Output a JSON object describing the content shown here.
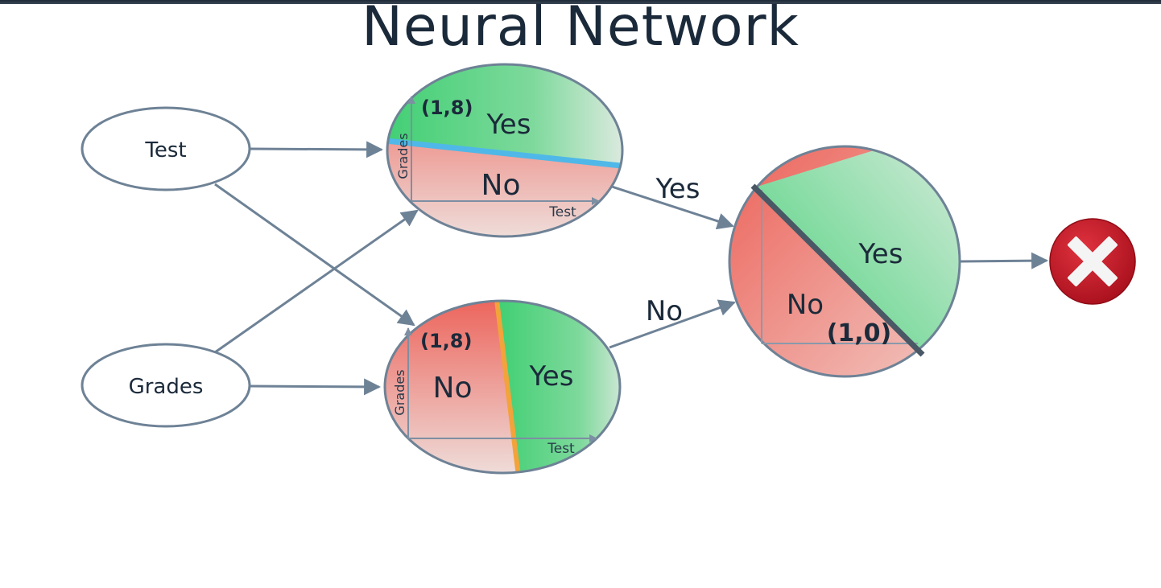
{
  "title": "Neural Network",
  "inputs": {
    "test": "Test",
    "grades": "Grades"
  },
  "hidden_top": {
    "point_label": "(1,8)",
    "yes_label": "Yes",
    "no_label": "No",
    "x_axis": "Test",
    "y_axis": "Grades"
  },
  "hidden_bottom": {
    "point_label": "(1,8)",
    "yes_label": "Yes",
    "no_label": "No",
    "x_axis": "Test",
    "y_axis": "Grades"
  },
  "edges": {
    "top_to_output": "Yes",
    "bottom_to_output": "No"
  },
  "output_node": {
    "yes_label": "Yes",
    "no_label": "No",
    "point_label": "(1,0)"
  },
  "result": {
    "icon": "close-icon",
    "color": "#c8102e"
  },
  "colors": {
    "green": "#4cd07d",
    "red": "#ec6b62",
    "blue_boundary": "#4fb8e8",
    "orange_boundary": "#f2a33a",
    "stroke": "#6e8296",
    "text": "#1b2a3a"
  }
}
